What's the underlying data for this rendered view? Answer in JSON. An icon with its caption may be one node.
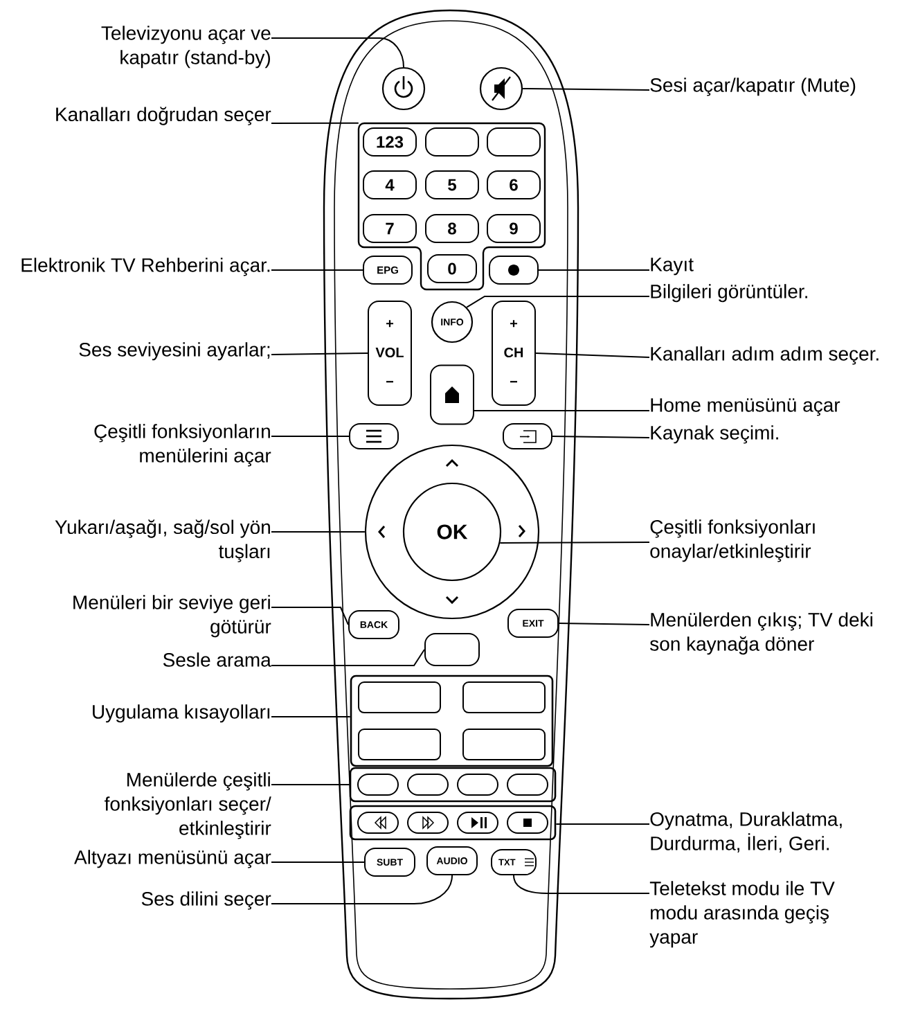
{
  "diagram": {
    "nodes": [
      {
        "text": [
          "Televizyonu açar ve kapatır (stand-by)"
        ]
      },
      {
        "text": [],
        "shape": "circle"
      },
      {
        "text": [
          "Sesi açar/kapatır (Mute)"
        ]
      },
      {
        "text": [],
        "shape": "circle"
      },
      {
        "text": [
          "Kanalları doğrudan seçer"
        ]
      },
      {
        "text": [],
        "shape": "box"
      },
      {
        "text": [
          "123"
        ],
        "in": 5
      },
      {
        "text": [
          "4"
        ],
        "in": 5
      },
      {
        "text": [
          "5"
        ],
        "in": 5
      },
      {
        "text": [
          "6"
        ],
        "in": 5
      },
      {
        "text": [
          "7"
        ],
        "in": 5
      },
      {
        "text": [
          "8"
        ],
        "in": 5
      },
      {
        "text": [
          "9"
        ],
        "in": 5
      },
      {
        "text": [
          "0"
        ],
        "in": 5
      },
      {
        "text": [
          "Elektronik TV Rehberini açar."
        ]
      },
      {
        "text": [
          "EPG"
        ]
      },
      {
        "text": [
          "Kayıt"
        ]
      },
      {
        "text": [],
        "shape": "box"
      },
      {
        "text": [
          "Bilgileri görüntüler."
        ]
      },
      {
        "text": [
          "INFO"
        ]
      },
      {
        "text": [
          "Ses seviyesini ayarlar;"
        ]
      },
      {
        "text": [
          "+",
          "VOL",
          "−"
        ]
      },
      {
        "text": [
          "Kanalları adım adım seçer."
        ]
      },
      {
        "text": [
          "+",
          "CH",
          "−"
        ]
      },
      {
        "text": [
          "Home menüsünü açar"
        ]
      },
      {
        "text": [],
        "shape": "box"
      },
      {
        "text": [
          "Çeşitli fonksiyonların menülerini açar"
        ]
      },
      {
        "text": [],
        "shape": "box"
      },
      {
        "text": [
          "Kaynak seçimi."
        ]
      },
      {
        "text": [],
        "shape": "box"
      },
      {
        "text": [
          "Yukarı/aşağı, sağ/sol yön tuşları"
        ]
      },
      {
        "text": [],
        "shape": "circle"
      },
      {
        "text": [
          "OK"
        ],
        "in": 31
      },
      {
        "text": [
          "Çeşitli fonksiyonları onaylar/etkinleştirir"
        ]
      },
      {
        "text": [
          "Menüleri bir seviye geri götürür"
        ]
      },
      {
        "text": [
          "BACK"
        ]
      },
      {
        "text": [
          "Menülerden çıkış; TV deki son kaynağa döner"
        ]
      },
      {
        "text": [
          "EXIT"
        ]
      },
      {
        "text": [
          "Sesle arama"
        ]
      },
      {
        "text": [],
        "shape": "box"
      },
      {
        "text": [
          "Uygulama kısayolları"
        ]
      },
      {
        "text": [],
        "shape": "box"
      },
      {
        "text": [
          "Menülerde çeşitli fonksiyonları seçer/ etkinleştirir"
        ]
      },
      {
        "text": [],
        "shape": "box"
      },
      {
        "text": [
          "Oynatma, Duraklatma, Durdurma, İleri, Geri."
        ]
      },
      {
        "text": [],
        "shape": "box"
      },
      {
        "text": [
          "Altyazı menüsünü açar"
        ]
      },
      {
        "text": [
          "SUBT"
        ]
      },
      {
        "text": [
          "Ses dilini seçer"
        ]
      },
      {
        "text": [
          "AUDIO"
        ]
      },
      {
        "text": [
          "TXT"
        ]
      },
      {
        "text": [
          "Teletekst modu ile TV modu arasında geçiş yapar"
        ]
      },
      {
        "text": [],
        "shape": "box",
        "in": 5
      },
      {
        "text": [],
        "shape": "box",
        "in": 5
      },
      {
        "text": [],
        "shape": "box",
        "in": 41
      },
      {
        "text": [],
        "shape": "box",
        "in": 41
      },
      {
        "text": [],
        "shape": "box",
        "in": 41
      },
      {
        "text": [],
        "shape": "box",
        "in": 41
      },
      {
        "text": [],
        "shape": "box",
        "in": 43
      },
      {
        "text": [],
        "shape": "box",
        "in": 43
      },
      {
        "text": [],
        "shape": "box",
        "in": 43
      },
      {
        "text": [],
        "shape": "box",
        "in": 43
      },
      {
        "text": [],
        "shape": "box",
        "in": 45
      },
      {
        "text": [],
        "shape": "box",
        "in": 45
      },
      {
        "text": [],
        "shape": "box",
        "in": 45
      },
      {
        "text": [],
        "shape": "box",
        "in": 45
      }
    ],
    "edges": [
      {
        "from": 0,
        "to": 1,
        "arrow": "none"
      },
      {
        "from": 2,
        "to": 3,
        "arrow": "none"
      },
      {
        "from": 4,
        "to": 5,
        "arrow": "none"
      },
      {
        "from": 14,
        "to": 15,
        "arrow": "none"
      },
      {
        "from": 16,
        "to": 17,
        "arrow": "none"
      },
      {
        "from": 18,
        "to": 19,
        "arrow": "none"
      },
      {
        "from": 20,
        "to": 21,
        "arrow": "none"
      },
      {
        "from": 22,
        "to": 23,
        "arrow": "none"
      },
      {
        "from": 24,
        "to": 25,
        "arrow": "none"
      },
      {
        "from": 26,
        "to": 27,
        "arrow": "none"
      },
      {
        "from": 28,
        "to": 29,
        "arrow": "none"
      },
      {
        "from": 30,
        "to": 31,
        "arrow": "none"
      },
      {
        "from": 33,
        "to": 32,
        "arrow": "none"
      },
      {
        "from": 34,
        "to": 35,
        "arrow": "none"
      },
      {
        "from": 36,
        "to": 37,
        "arrow": "none"
      },
      {
        "from": 38,
        "to": 39,
        "arrow": "none"
      },
      {
        "from": 40,
        "to": 41,
        "arrow": "none"
      },
      {
        "from": 42,
        "to": 43,
        "arrow": "none"
      },
      {
        "from": 44,
        "to": 45,
        "arrow": "none"
      },
      {
        "from": 46,
        "to": 47,
        "arrow": "none"
      },
      {
        "from": 48,
        "to": 49,
        "arrow": "none"
      },
      {
        "from": 51,
        "to": 50,
        "arrow": "none"
      }
    ]
  }
}
